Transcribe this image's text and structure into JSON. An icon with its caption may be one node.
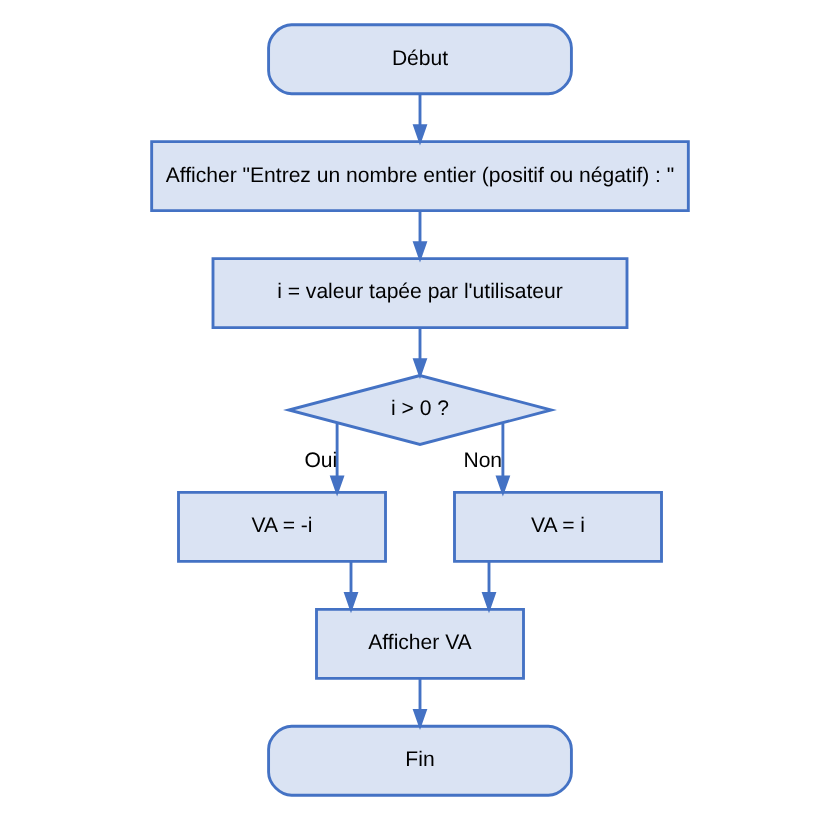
{
  "diagram": {
    "nodes": [
      {
        "text": [
          "Début"
        ]
      },
      {
        "text": [
          "Afficher \"Entrez un nombre entier (positif ou négatif) : \""
        ]
      },
      {
        "text": [
          "i = valeur tapée par l'utilisateur"
        ]
      },
      {
        "text": [
          "i > 0 ?"
        ]
      },
      {
        "text": [
          "VA = -i"
        ]
      },
      {
        "text": [
          "VA = i"
        ]
      },
      {
        "text": [
          "Afficher VA"
        ]
      },
      {
        "text": [
          "Fin"
        ]
      }
    ],
    "edges": [
      {
        "from": 0,
        "to": 1,
        "arrow": "to"
      },
      {
        "from": 1,
        "to": 2,
        "arrow": "to"
      },
      {
        "from": 2,
        "to": 3,
        "arrow": "to"
      },
      {
        "from": 3,
        "to": 4,
        "arrow": "to",
        "label": "Oui"
      },
      {
        "from": 3,
        "to": 5,
        "arrow": "to",
        "label": "Non"
      },
      {
        "from": 4,
        "to": 6,
        "arrow": "to"
      },
      {
        "from": 5,
        "to": 6,
        "arrow": "to"
      },
      {
        "from": 6,
        "to": 7,
        "arrow": "to"
      }
    ]
  }
}
